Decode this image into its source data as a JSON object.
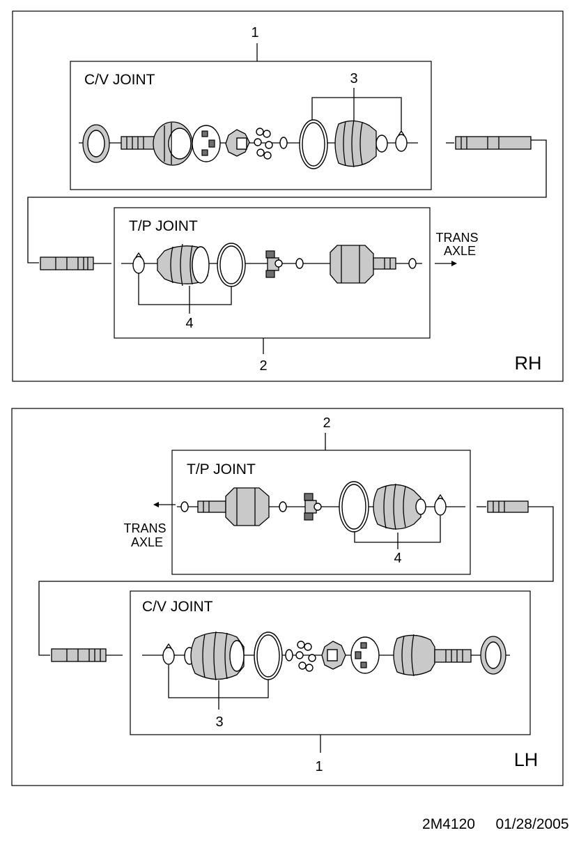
{
  "rh": {
    "side_label": "RH",
    "cv_joint_label": "C/V JOINT",
    "tp_joint_label": "T/P JOINT",
    "callout_cv_assembly": "1",
    "callout_tp_assembly": "2",
    "callout_cv_boot_kit": "3",
    "callout_tp_boot_kit": "4",
    "trans_label": "TRANS",
    "axle_label": "AXLE"
  },
  "lh": {
    "side_label": "LH",
    "cv_joint_label": "C/V JOINT",
    "tp_joint_label": "T/P JOINT",
    "callout_cv_assembly": "1",
    "callout_tp_assembly": "2",
    "callout_cv_boot_kit": "3",
    "callout_tp_boot_kit": "4",
    "trans_label": "TRANS",
    "axle_label": "AXLE"
  },
  "footer": {
    "drawing_code": "2M4120",
    "date": "01/28/2005"
  }
}
